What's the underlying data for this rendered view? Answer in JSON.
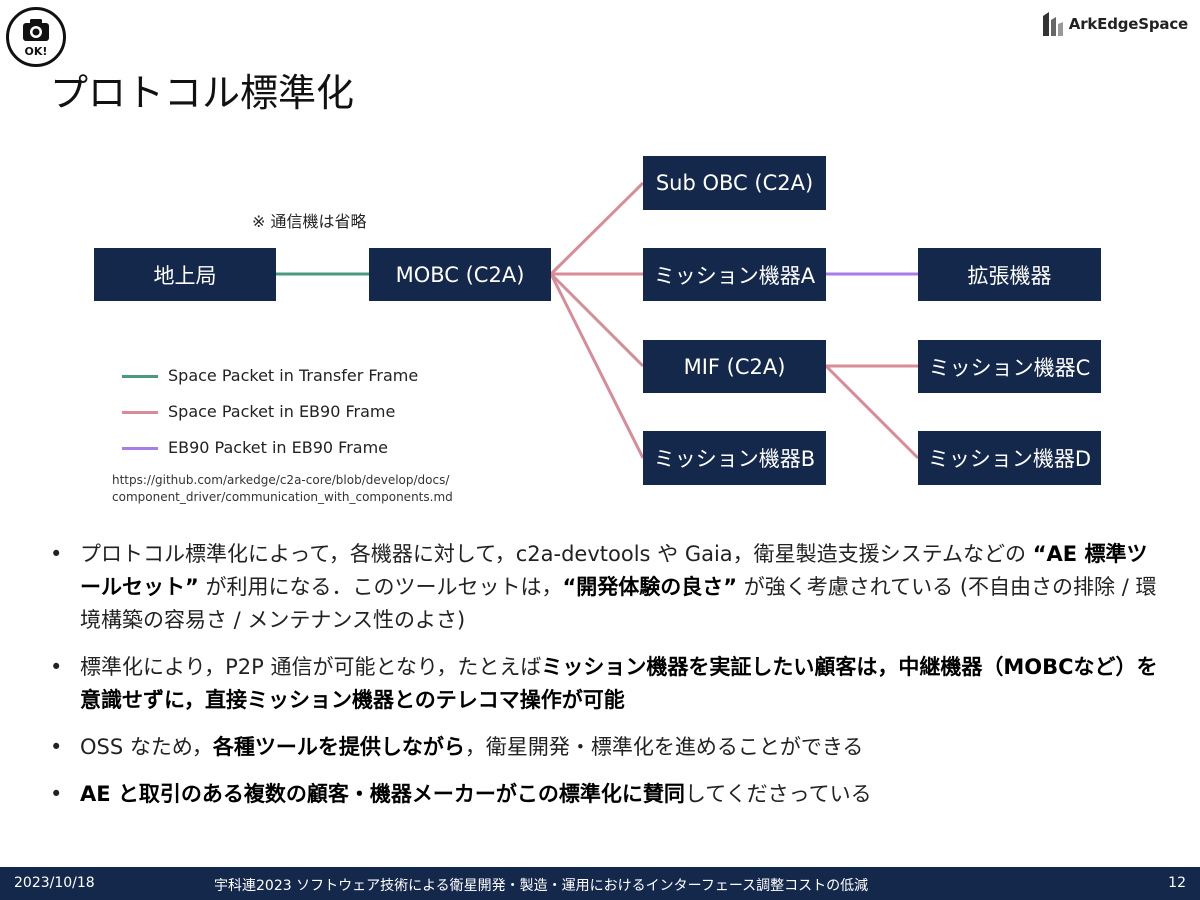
{
  "badge": {
    "icon": "camera-icon",
    "text": "OK!"
  },
  "logo": {
    "icon": "arkedge-logo-icon",
    "text": "ArkEdgeSpace"
  },
  "title": "プロトコル標準化",
  "diagram": {
    "note": "※ 通信機は省略",
    "nodes": {
      "ground": "地上局",
      "mobc": "MOBC (C2A)",
      "sub_obc": "Sub OBC (C2A)",
      "mission_a": "ミッション機器A",
      "extension": "拡張機器",
      "mif": "MIF (C2A)",
      "mission_c": "ミッション機器C",
      "mission_b": "ミッション機器B",
      "mission_d": "ミッション機器D"
    },
    "legend": [
      {
        "label": "Space Packet in Transfer Frame",
        "color": "#4a9a7f"
      },
      {
        "label": "Space Packet in EB90 Frame",
        "color": "#d98b97"
      },
      {
        "label": "EB90 Packet in EB90 Frame",
        "color": "#a77de8"
      }
    ],
    "colors": {
      "node": "#14284b",
      "green": "#4a9a7f",
      "pink": "#d98b97",
      "purple": "#a77de8"
    },
    "url_line1": "https://github.com/arkedge/c2a-core/blob/develop/docs/",
    "url_line2": "component_driver/communication_with_components.md"
  },
  "bullets": [
    {
      "bullet": "•",
      "parts": [
        {
          "text": "プロトコル標準化によって，各機器に対して，c2a-devtools や Gaia，衛星製造支援システムなどの ",
          "bold": false
        },
        {
          "text": "“AE 標準ツールセット”",
          "bold": true
        },
        {
          "text": " が利用になる．このツールセットは，",
          "bold": false
        },
        {
          "text": "“開発体験の良さ”",
          "bold": true
        },
        {
          "text": " が強く考慮されている (不自由さの排除 / 環境構築の容易さ / メンテナンス性のよさ)",
          "bold": false
        }
      ]
    },
    {
      "bullet": "•",
      "parts": [
        {
          "text": "標準化により，P2P 通信が可能となり，たとえば",
          "bold": false
        },
        {
          "text": "ミッション機器を実証したい顧客は，中継機器（MOBCなど）を意識せずに，直接ミッション機器とのテレコマ操作が可能",
          "bold": true
        }
      ]
    },
    {
      "bullet": "•",
      "parts": [
        {
          "text": "OSS なため，",
          "bold": false
        },
        {
          "text": "各種ツールを提供しながら",
          "bold": true
        },
        {
          "text": "，衛星開発・標準化を進めることができる",
          "bold": false
        }
      ]
    },
    {
      "bullet": "•",
      "parts": [
        {
          "text": "AE と取引のある複数の顧客・機器メーカーがこの標準化に賛同",
          "bold": true
        },
        {
          "text": "してくださっている",
          "bold": false
        }
      ]
    }
  ],
  "footer": {
    "date": "2023/10/18",
    "title": "宇科連2023 ソフトウェア技術による衛星開発・製造・運用におけるインターフェース調整コストの低減",
    "page": "12"
  }
}
